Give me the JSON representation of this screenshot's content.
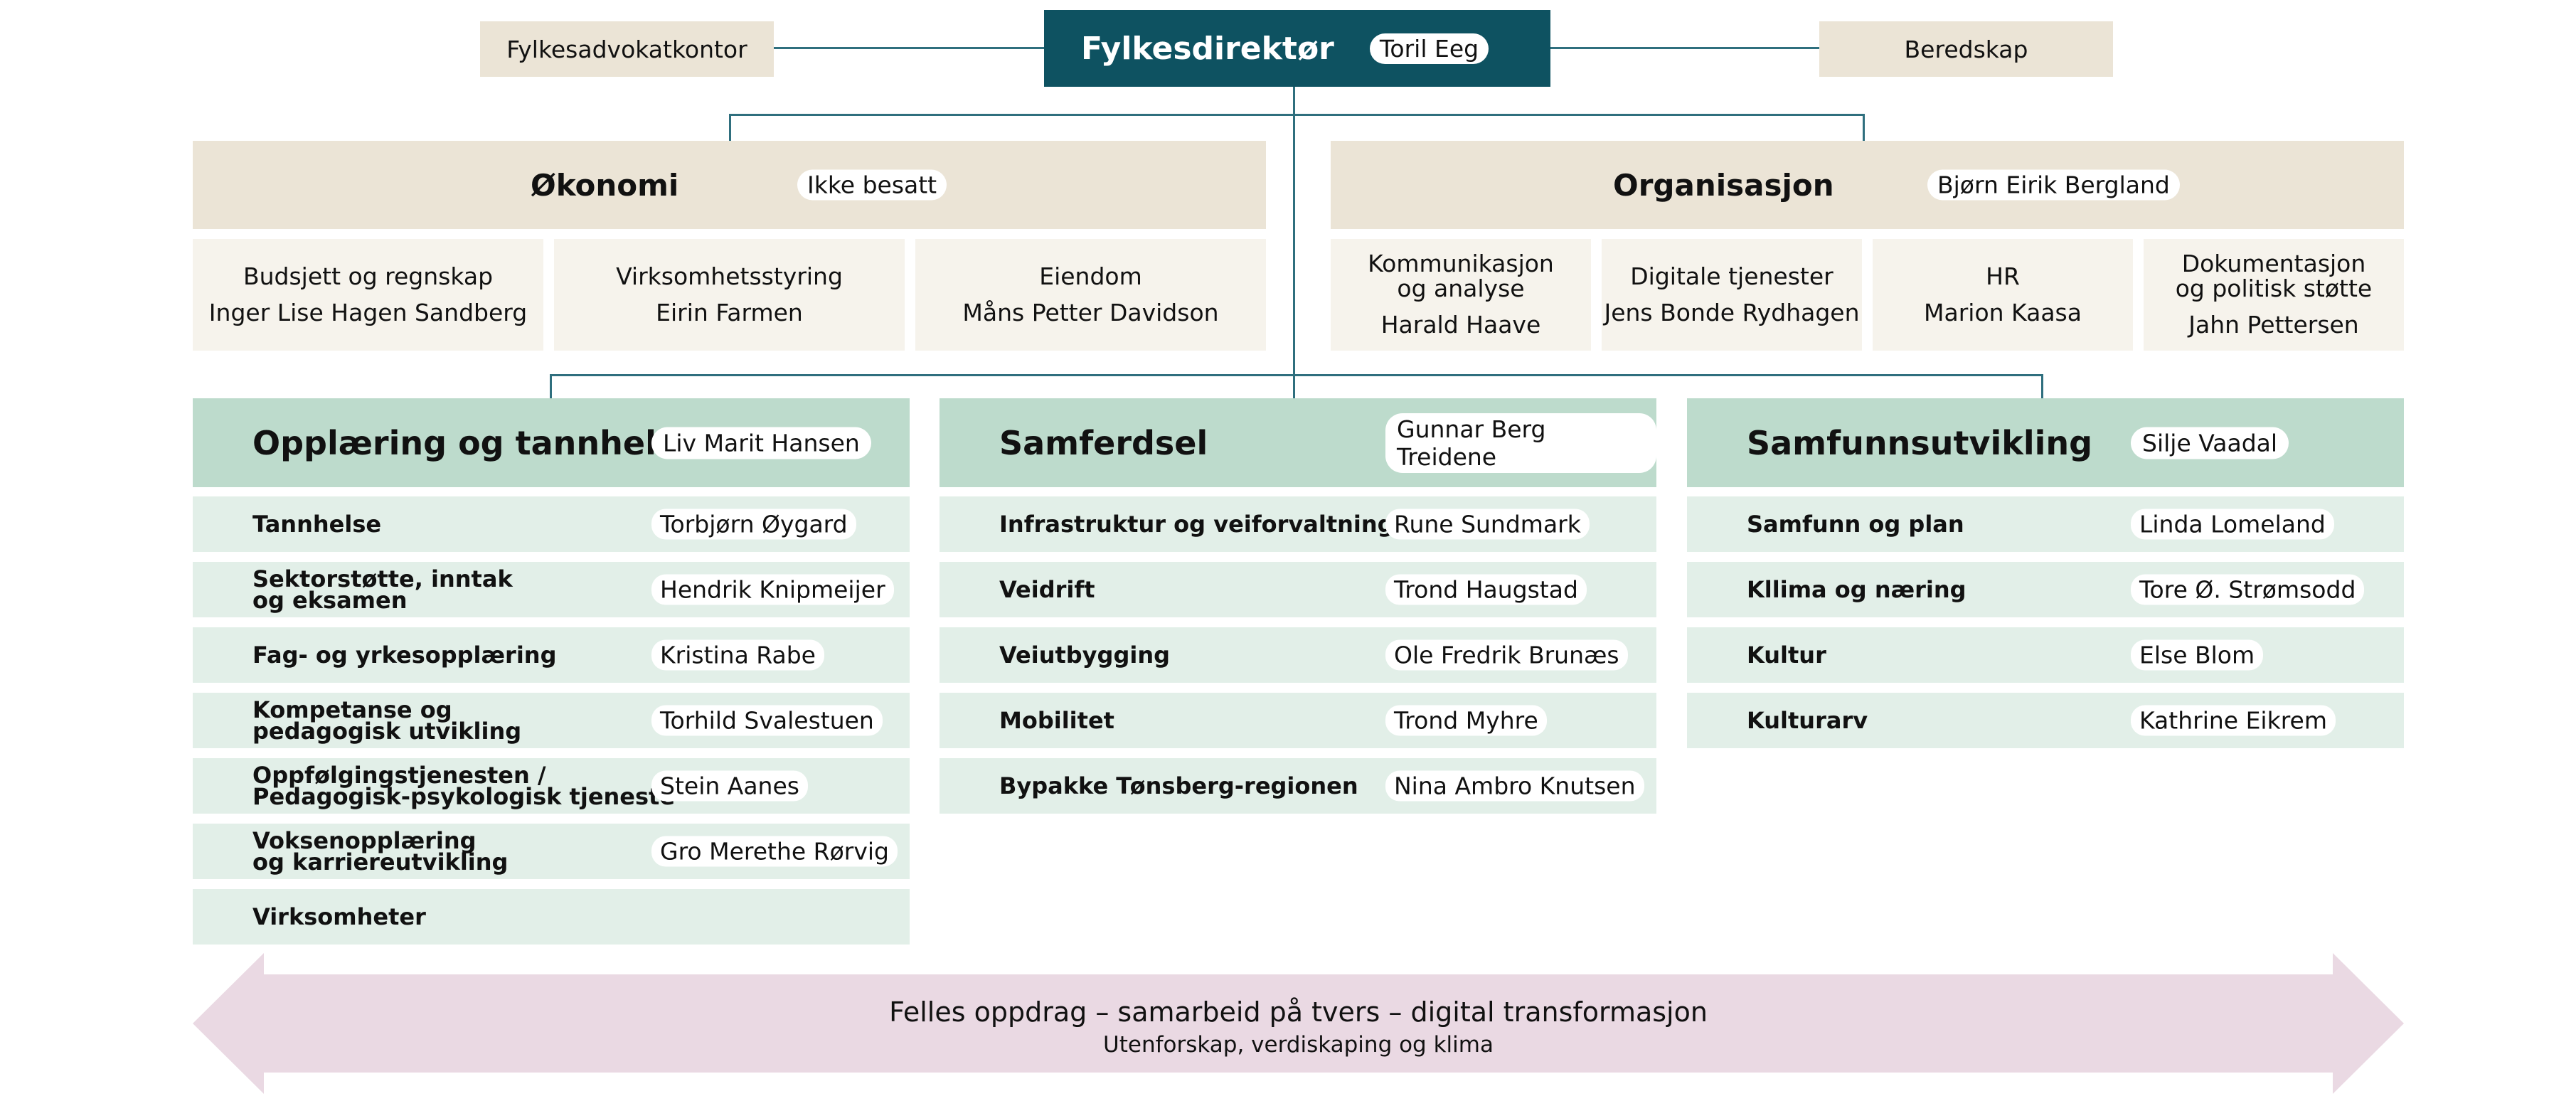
{
  "director": {
    "title": "Fylkesdirektør",
    "person": "Toril Eeg"
  },
  "side_units": {
    "left": "Fylkesadvokatkontor",
    "right": "Beredskap"
  },
  "staff": [
    {
      "title": "Økonomi",
      "person": "Ikke besatt",
      "subunits": [
        {
          "title": "Budsjett og regnskap",
          "person": "Inger Lise Hagen Sandberg"
        },
        {
          "title": "Virksomhetsstyring",
          "person": "Eirin Farmen"
        },
        {
          "title": "Eiendom",
          "person": "Måns Petter Davidson"
        }
      ]
    },
    {
      "title": "Organisasjon",
      "person": "Bjørn Eirik Bergland",
      "subunits": [
        {
          "title": "Kommunikasjon\nog analyse",
          "person": "Harald Haave"
        },
        {
          "title": "Digitale tjenester",
          "person": "Jens Bonde Rydhagen"
        },
        {
          "title": "HR",
          "person": "Marion Kaasa"
        },
        {
          "title": "Dokumentasjon\nog politisk støtte",
          "person": "Jahn Pettersen"
        }
      ]
    }
  ],
  "divisions": [
    {
      "title": "Opplæring og tannhelse",
      "person": "Liv Marit Hansen",
      "rows": [
        {
          "title": "Tannhelse",
          "person": "Torbjørn Øygard"
        },
        {
          "title": "Sektorstøtte, inntak\nog eksamen",
          "person": "Hendrik Knipmeijer"
        },
        {
          "title": "Fag- og yrkesopplæring",
          "person": "Kristina Rabe"
        },
        {
          "title": "Kompetanse og\npedagogisk utvikling",
          "person": "Torhild Svalestuen"
        },
        {
          "title": "Oppfølgingstjenesten /\nPedagogisk-psykologisk tjeneste",
          "person": "Stein Aanes"
        },
        {
          "title": "Voksenopplæring\nog karriereutvikling",
          "person": "Gro Merethe Rørvig"
        },
        {
          "title": "Virksomheter",
          "person": ""
        }
      ]
    },
    {
      "title": "Samferdsel",
      "person": "Gunnar Berg Treidene",
      "rows": [
        {
          "title": "Infrastruktur og veiforvaltning",
          "person": "Rune Sundmark"
        },
        {
          "title": "Veidrift",
          "person": "Trond Haugstad"
        },
        {
          "title": "Veiutbygging",
          "person": "Ole Fredrik Brunæs"
        },
        {
          "title": "Mobilitet",
          "person": "Trond Myhre"
        },
        {
          "title": "Bypakke Tønsberg-regionen",
          "person": "Nina Ambro Knutsen"
        }
      ]
    },
    {
      "title": "Samfunnsutvikling",
      "person": "Silje Vaadal",
      "rows": [
        {
          "title": "Samfunn og plan",
          "person": "Linda Lomeland"
        },
        {
          "title": "Kllima og næring",
          "person": "Tore Ø. Strømsodd"
        },
        {
          "title": "Kultur",
          "person": "Else Blom"
        },
        {
          "title": "Kulturarv",
          "person": "Kathrine Eikrem"
        }
      ]
    }
  ],
  "banner": {
    "main": "Felles oppdrag – samarbeid på tvers – digital transformasjon",
    "sub": "Utenforskap, verdiskaping og klima"
  }
}
